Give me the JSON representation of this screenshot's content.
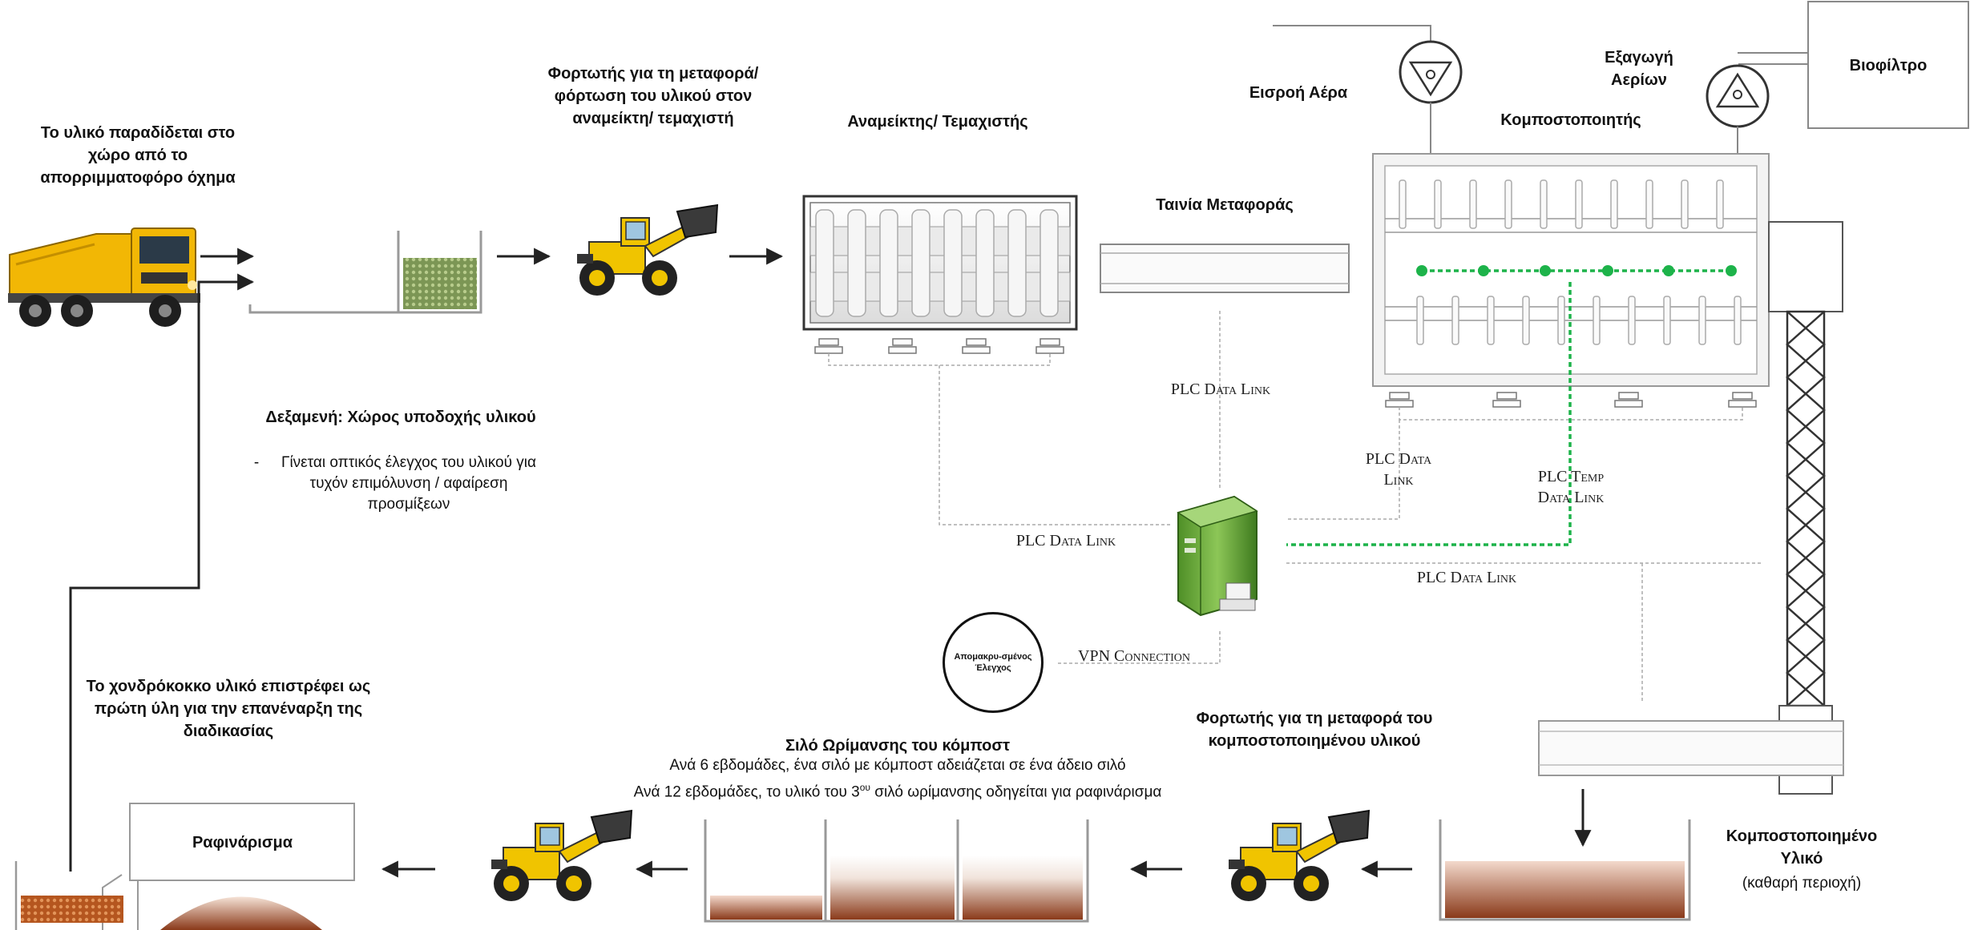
{
  "texts": {
    "delivery": "Το υλικό παραδίδεται στο χώρο από το απορριμματοφόρο όχημα",
    "loader_top": "Φορτωτής για τη μεταφορά/ φόρτωση του υλικού στον αναμείκτη/ τεμαχιστή",
    "mixer": "Αναμείκτης/ Τεμαχιστής",
    "air_inlet": "Εισροή Αέρα",
    "gas_outlet": "Εξαγωγή Αερίων",
    "biofilter": "Βιοφίλτρο",
    "composter": "Κομποστοποιητής",
    "conveyor": "Ταινία Μεταφοράς",
    "tank_title": "Δεξαμενή: Χώρος υποδοχής υλικού",
    "tank_bullet": "-",
    "tank_desc": "Γίνεται οπτικός έλεγχος του υλικού για τυχόν επιμόλυνση / αφαίρεση προσμίξεων",
    "plc_center": "PLC Data Link",
    "plc_mixer": "PLC Data Link",
    "plc_composter": "PLC Data Link",
    "plc_temp": "PLC Temp Data Link",
    "plc_bottom": "PLC Data Link",
    "vpn": "VPN Connection",
    "remote": "Απομακρυ-σμένος Έλεγχος",
    "recycle": "Το χονδρόκοκκο υλικό επιστρέφει ως πρώτη ύλη για την επανέναρξη της διαδικασίας",
    "silo_title": "Σιλό Ωρίμανσης του κόμποστ",
    "silo_line1": "Ανά 6 εβδομάδες, ένα σιλό με κόμποστ αδειάζεται σε ένα άδειο σιλό",
    "silo_line2_a": "Ανά 12 εβδομάδες, το υλικό του 3",
    "silo_line2_sup": "ου",
    "silo_line2_b": " σιλό ωρίμανσης οδηγείται για ραφινάρισμα",
    "loader_bottom": "Φορτωτής για τη μεταφορά του κομποστοποιημένου υλικού",
    "refining": "Ραφινάρισμα",
    "composted_title": "Κομποστοποιημένο Υλικό",
    "composted_sub": "(καθαρή περιοχή)"
  },
  "colors": {
    "truck": "#f2b705",
    "loader": "#f0c400",
    "green_link": "#1db34a",
    "compost": "#8a3a1a",
    "raw_material": "#6f8a4a",
    "refined": "#c0622a",
    "server": "#6fae3e"
  }
}
